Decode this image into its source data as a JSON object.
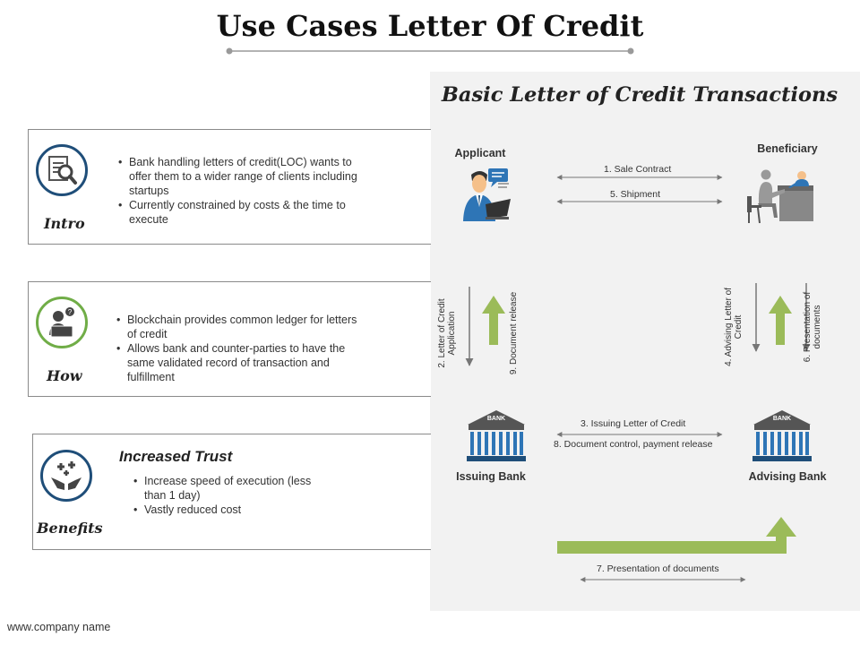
{
  "title": "Use Cases Letter Of Credit",
  "cards": [
    {
      "label": "Intro",
      "icon": "document-search-icon",
      "bullets": [
        "Bank handling letters of credit(LOC) wants to offer them to a wider range of clients including startups",
        "Currently constrained by costs & the time to execute"
      ]
    },
    {
      "label": "How",
      "icon": "person-laptop-icon",
      "bullets": [
        "Blockchain provides common ledger for letters of credit",
        "Allows bank and counter-parties to have the same validated record of transaction and fulfillment"
      ]
    },
    {
      "label": "Benefits",
      "icon": "hands-stars-icon",
      "heading": "Increased Trust",
      "bullets": [
        "Increase speed of execution (less than 1 day)",
        "Vastly reduced cost"
      ]
    }
  ],
  "panel": {
    "title": "Basic Letter of Credit Transactions",
    "parties": {
      "applicant": "Applicant",
      "beneficiary": "Beneficiary",
      "issuing_bank": "Issuing Bank",
      "advising_bank": "Advising Bank",
      "bank_sign": "BANK"
    },
    "steps": {
      "s1": "1.  Sale Contract",
      "s5": "5.   Shipment",
      "s2": "2.  Letter of Credit Application",
      "s9": "9.  Document release",
      "s4": "4.  Advising Letter of Credit",
      "s6": "6.  Presentation of documents",
      "s3": "3.   Issuing Letter of  Credit",
      "s8": "8.   Document control, payment release",
      "s7": "7.   Presentation of documents"
    }
  },
  "colors": {
    "navy": "#1f4e79",
    "green": "#70ad47",
    "arrow_green": "#9bbb59",
    "icon_blue": "#2e75b6",
    "panel": "#f2f2f2"
  },
  "footer": "www.company name"
}
